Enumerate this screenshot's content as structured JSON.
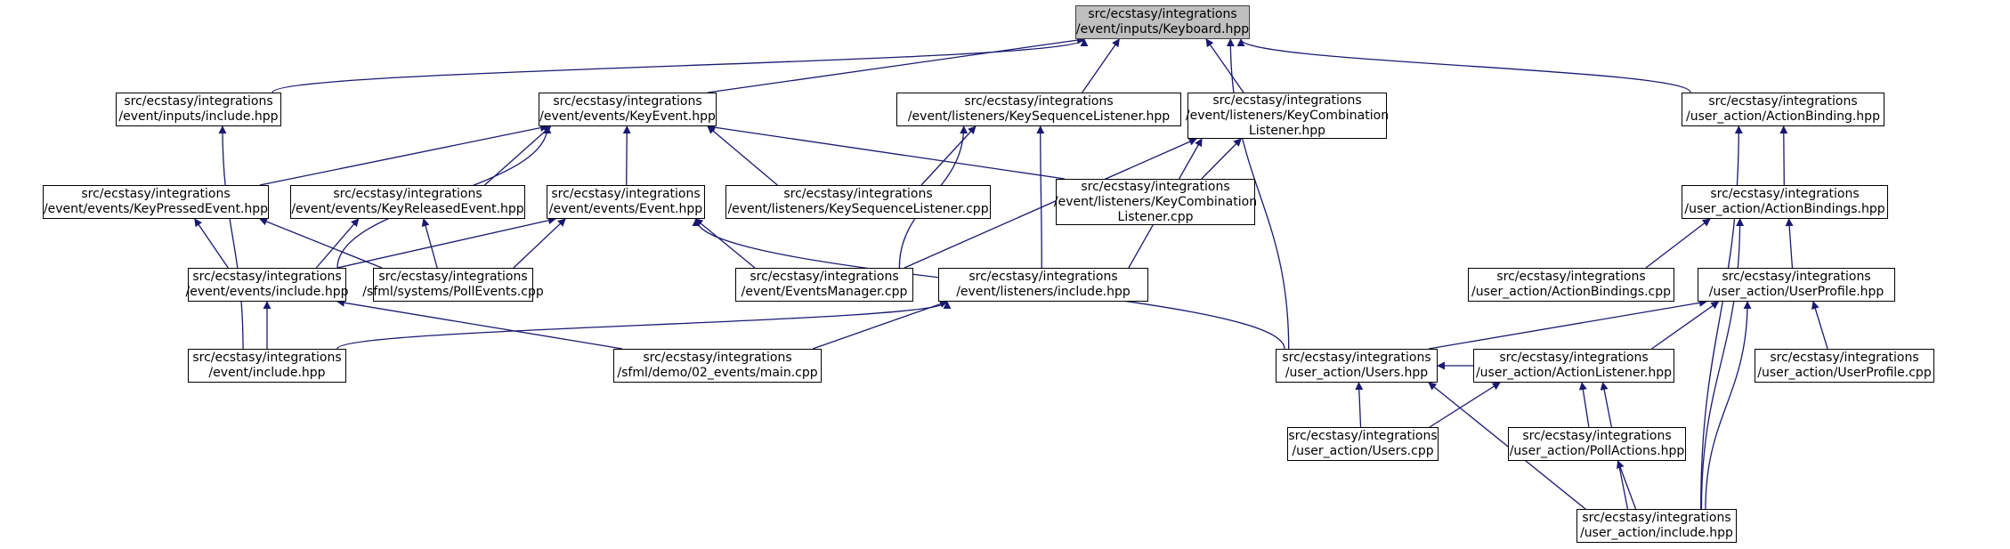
{
  "diagram": {
    "edge_color": "#191970",
    "root_fill": "#bfbfbf",
    "nodes": {
      "keyboard_hpp": [
        "src/ecstasy/integrations",
        "/event/inputs/Keyboard.hpp"
      ],
      "inputs_include_hpp": [
        "src/ecstasy/integrations",
        "/event/inputs/include.hpp"
      ],
      "keyevent_hpp": [
        "src/ecstasy/integrations",
        "/event/events/KeyEvent.hpp"
      ],
      "keysequencelistener_hpp": [
        "src/ecstasy/integrations",
        "/event/listeners/KeySequenceListener.hpp"
      ],
      "keycombinationlistener_hpp": [
        "src/ecstasy/integrations",
        "/event/listeners/KeyCombination",
        "Listener.hpp"
      ],
      "actionbinding_hpp": [
        "src/ecstasy/integrations",
        "/user_action/ActionBinding.hpp"
      ],
      "keypressedevent_hpp": [
        "src/ecstasy/integrations",
        "/event/events/KeyPressedEvent.hpp"
      ],
      "keyreleasedevent_hpp": [
        "src/ecstasy/integrations",
        "/event/events/KeyReleasedEvent.hpp"
      ],
      "event_hpp": [
        "src/ecstasy/integrations",
        "/event/events/Event.hpp"
      ],
      "keysequencelistener_cpp": [
        "src/ecstasy/integrations",
        "/event/listeners/KeySequenceListener.cpp"
      ],
      "keycombinationlistener_cpp": [
        "src/ecstasy/integrations",
        "/event/listeners/KeyCombination",
        "Listener.cpp"
      ],
      "actionbindings_hpp": [
        "src/ecstasy/integrations",
        "/user_action/ActionBindings.hpp"
      ],
      "events_include_hpp": [
        "src/ecstasy/integrations",
        "/event/events/include.hpp"
      ],
      "pollevents_cpp": [
        "src/ecstasy/integrations",
        "/sfml/systems/PollEvents.cpp"
      ],
      "eventsmanager_cpp": [
        "src/ecstasy/integrations",
        "/event/EventsManager.cpp"
      ],
      "listeners_include_hpp": [
        "src/ecstasy/integrations",
        "/event/listeners/include.hpp"
      ],
      "actionbindings_cpp": [
        "src/ecstasy/integrations",
        "/user_action/ActionBindings.cpp"
      ],
      "userprofile_hpp": [
        "src/ecstasy/integrations",
        "/user_action/UserProfile.hpp"
      ],
      "event_include_hpp": [
        "src/ecstasy/integrations",
        "/event/include.hpp"
      ],
      "main_cpp": [
        "src/ecstasy/integrations",
        "/sfml/demo/02_events/main.cpp"
      ],
      "users_hpp": [
        "src/ecstasy/integrations",
        "/user_action/Users.hpp"
      ],
      "actionlistener_hpp": [
        "src/ecstasy/integrations",
        "/user_action/ActionListener.hpp"
      ],
      "userprofile_cpp": [
        "src/ecstasy/integrations",
        "/user_action/UserProfile.cpp"
      ],
      "users_cpp": [
        "src/ecstasy/integrations",
        "/user_action/Users.cpp"
      ],
      "pollactions_hpp": [
        "src/ecstasy/integrations",
        "/user_action/PollActions.hpp"
      ],
      "user_action_include_hpp": [
        "src/ecstasy/integrations",
        "/user_action/include.hpp"
      ]
    },
    "edges": [
      [
        "inputs_include_hpp",
        "keyboard_hpp"
      ],
      [
        "keyevent_hpp",
        "keyboard_hpp"
      ],
      [
        "keysequencelistener_hpp",
        "keyboard_hpp"
      ],
      [
        "keycombinationlistener_hpp",
        "keyboard_hpp"
      ],
      [
        "actionbinding_hpp",
        "keyboard_hpp"
      ],
      [
        "users_hpp",
        "keyboard_hpp"
      ],
      [
        "event_include_hpp",
        "inputs_include_hpp"
      ],
      [
        "keypressedevent_hpp",
        "keyevent_hpp"
      ],
      [
        "keyreleasedevent_hpp",
        "keyevent_hpp"
      ],
      [
        "event_hpp",
        "keyevent_hpp"
      ],
      [
        "keysequencelistener_cpp",
        "keyevent_hpp"
      ],
      [
        "keycombinationlistener_cpp",
        "keyevent_hpp"
      ],
      [
        "events_include_hpp",
        "keyevent_hpp"
      ],
      [
        "keysequencelistener_cpp",
        "keysequencelistener_hpp"
      ],
      [
        "listeners_include_hpp",
        "keysequencelistener_hpp"
      ],
      [
        "eventsmanager_cpp",
        "keysequencelistener_hpp"
      ],
      [
        "keycombinationlistener_cpp",
        "keycombinationlistener_hpp"
      ],
      [
        "eventsmanager_cpp",
        "keycombinationlistener_hpp"
      ],
      [
        "listeners_include_hpp",
        "keycombinationlistener_hpp"
      ],
      [
        "actionbindings_hpp",
        "actionbinding_hpp"
      ],
      [
        "user_action_include_hpp",
        "actionbinding_hpp"
      ],
      [
        "events_include_hpp",
        "keypressedevent_hpp"
      ],
      [
        "pollevents_cpp",
        "keypressedevent_hpp"
      ],
      [
        "events_include_hpp",
        "keyreleasedevent_hpp"
      ],
      [
        "pollevents_cpp",
        "keyreleasedevent_hpp"
      ],
      [
        "events_include_hpp",
        "event_hpp"
      ],
      [
        "pollevents_cpp",
        "event_hpp"
      ],
      [
        "eventsmanager_cpp",
        "event_hpp"
      ],
      [
        "users_hpp",
        "event_hpp"
      ],
      [
        "event_include_hpp",
        "events_include_hpp"
      ],
      [
        "main_cpp",
        "events_include_hpp"
      ],
      [
        "event_include_hpp",
        "listeners_include_hpp"
      ],
      [
        "main_cpp",
        "listeners_include_hpp"
      ],
      [
        "actionbindings_cpp",
        "actionbindings_hpp"
      ],
      [
        "userprofile_hpp",
        "actionbindings_hpp"
      ],
      [
        "user_action_include_hpp",
        "actionbindings_hpp"
      ],
      [
        "users_hpp",
        "userprofile_hpp"
      ],
      [
        "actionlistener_hpp",
        "userprofile_hpp"
      ],
      [
        "userprofile_cpp",
        "userprofile_hpp"
      ],
      [
        "user_action_include_hpp",
        "userprofile_hpp"
      ],
      [
        "users_cpp",
        "users_hpp"
      ],
      [
        "actionlistener_hpp",
        "users_hpp"
      ],
      [
        "user_action_include_hpp",
        "users_hpp"
      ],
      [
        "users_cpp",
        "actionlistener_hpp"
      ],
      [
        "pollactions_hpp",
        "actionlistener_hpp"
      ],
      [
        "user_action_include_hpp",
        "actionlistener_hpp"
      ],
      [
        "user_action_include_hpp",
        "pollactions_hpp"
      ]
    ]
  }
}
